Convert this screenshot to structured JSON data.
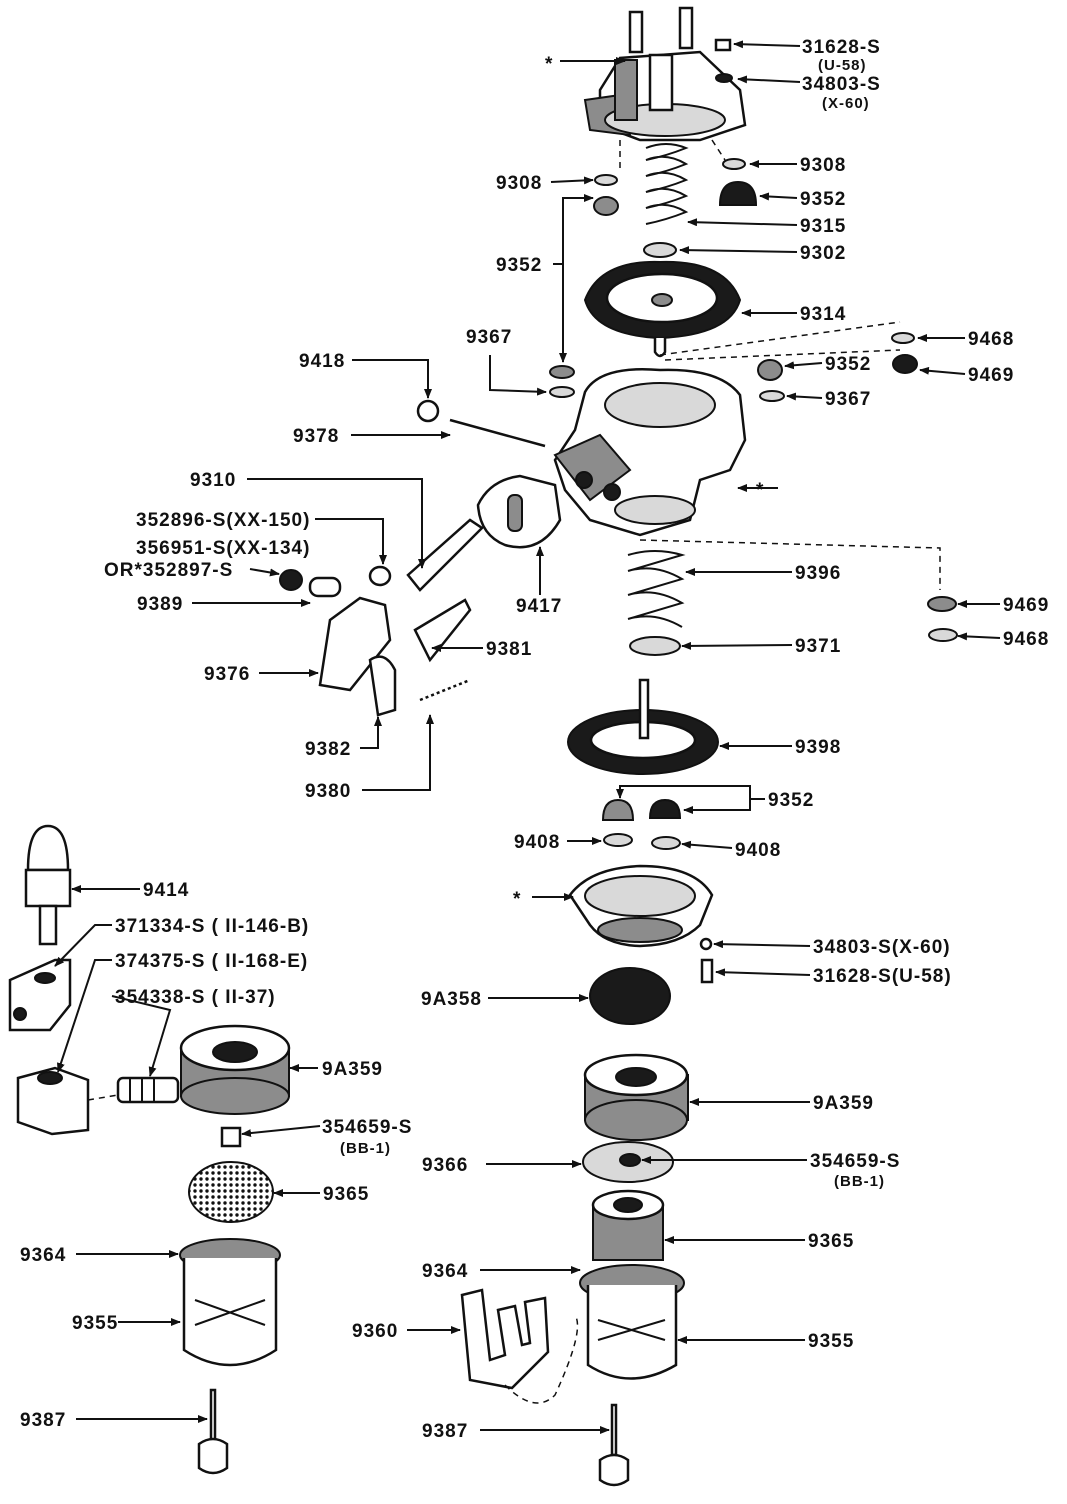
{
  "labels": {
    "31628_s_top": "31628-S",
    "u58_top": "(U-58)",
    "34803_s_top": "34803-S",
    "x60_top": "(X-60)",
    "star_top": "*",
    "9308_right": "9308",
    "9308_left": "9308",
    "9352_top_right": "9352",
    "9315": "9315",
    "9302": "9302",
    "9352_left": "9352",
    "9314": "9314",
    "9468_top": "9468",
    "9469_top": "9469",
    "9367_left": "9367",
    "9352_mid_right": "9352",
    "9418": "9418",
    "9367_right": "9367",
    "9378": "9378",
    "star_body": "*",
    "9310": "9310",
    "352896_s": "352896-S(XX-150)",
    "356951_s": "356951-S(XX-134)",
    "or_352897_s": "OR*352897-S",
    "9396": "9396",
    "9389": "9389",
    "9417": "9417",
    "9469_bottom": "9469",
    "9468_bottom": "9468",
    "9381": "9381",
    "9371": "9371",
    "9376": "9376",
    "9382": "9382",
    "9398": "9398",
    "9380": "9380",
    "9352_lower": "9352",
    "9408_left": "9408",
    "9408_right": "9408",
    "9414": "9414",
    "371334_s": "371334-S ( II-146-B)",
    "star_lower": "*",
    "374375_s": "374375-S ( II-168-E)",
    "34803_s_lower": "34803-S(X-60)",
    "31628_s_lower": "31628-S(U-58)",
    "354338_s": "354338-S ( II-37)",
    "9a358": "9A358",
    "9a359_left": "9A359",
    "9a359_right": "9A359",
    "354659_s_left": "354659-S",
    "bb1_left": "(BB-1)",
    "9366": "9366",
    "354659_s_right": "354659-S",
    "bb1_right": "(BB-1)",
    "9365_left": "9365",
    "9365_right": "9365",
    "9364_left": "9364",
    "9364_right": "9364",
    "9355_left": "9355",
    "9355_right": "9355",
    "9360": "9360",
    "9387_left": "9387",
    "9387_right": "9387"
  }
}
